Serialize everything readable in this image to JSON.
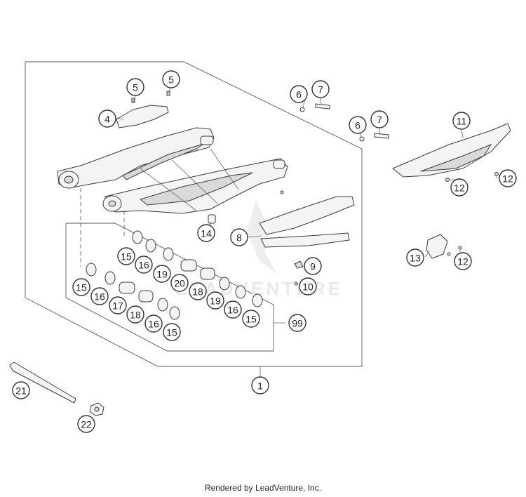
{
  "footer": {
    "text": "Rendered by LeadVenture, Inc."
  },
  "watermark": {
    "text": "LEADVENTURE"
  },
  "callouts": [
    {
      "label": "1"
    },
    {
      "label": "4"
    },
    {
      "label": "5"
    },
    {
      "label": "5"
    },
    {
      "label": "6"
    },
    {
      "label": "7"
    },
    {
      "label": "6"
    },
    {
      "label": "7"
    },
    {
      "label": "11"
    },
    {
      "label": "12"
    },
    {
      "label": "12"
    },
    {
      "label": "13"
    },
    {
      "label": "12"
    },
    {
      "label": "14"
    },
    {
      "label": "8"
    },
    {
      "label": "9"
    },
    {
      "label": "10"
    },
    {
      "label": "15"
    },
    {
      "label": "16"
    },
    {
      "label": "19"
    },
    {
      "label": "20"
    },
    {
      "label": "18"
    },
    {
      "label": "19"
    },
    {
      "label": "16"
    },
    {
      "label": "15"
    },
    {
      "label": "15"
    },
    {
      "label": "16"
    },
    {
      "label": "17"
    },
    {
      "label": "18"
    },
    {
      "label": "16"
    },
    {
      "label": "15"
    },
    {
      "label": "99"
    },
    {
      "label": "21"
    },
    {
      "label": "22"
    }
  ],
  "colors": {
    "line": "#3a3a3a",
    "fill": "#f4f4f4",
    "background": "#ffffff"
  }
}
